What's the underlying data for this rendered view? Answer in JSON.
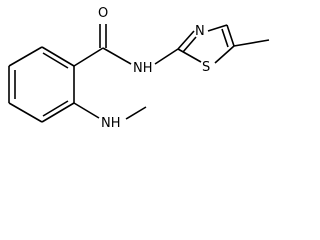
{
  "molecule": {
    "atoms": {
      "carbonyl_oxygen": "O",
      "amide_nh": "NH",
      "thiazole_nitrogen": "N",
      "thiazole_sulfur": "S",
      "amine_nh": "NH"
    },
    "colors": {
      "bonds": "#000000",
      "labels": "#000000",
      "background": "#ffffff"
    }
  }
}
